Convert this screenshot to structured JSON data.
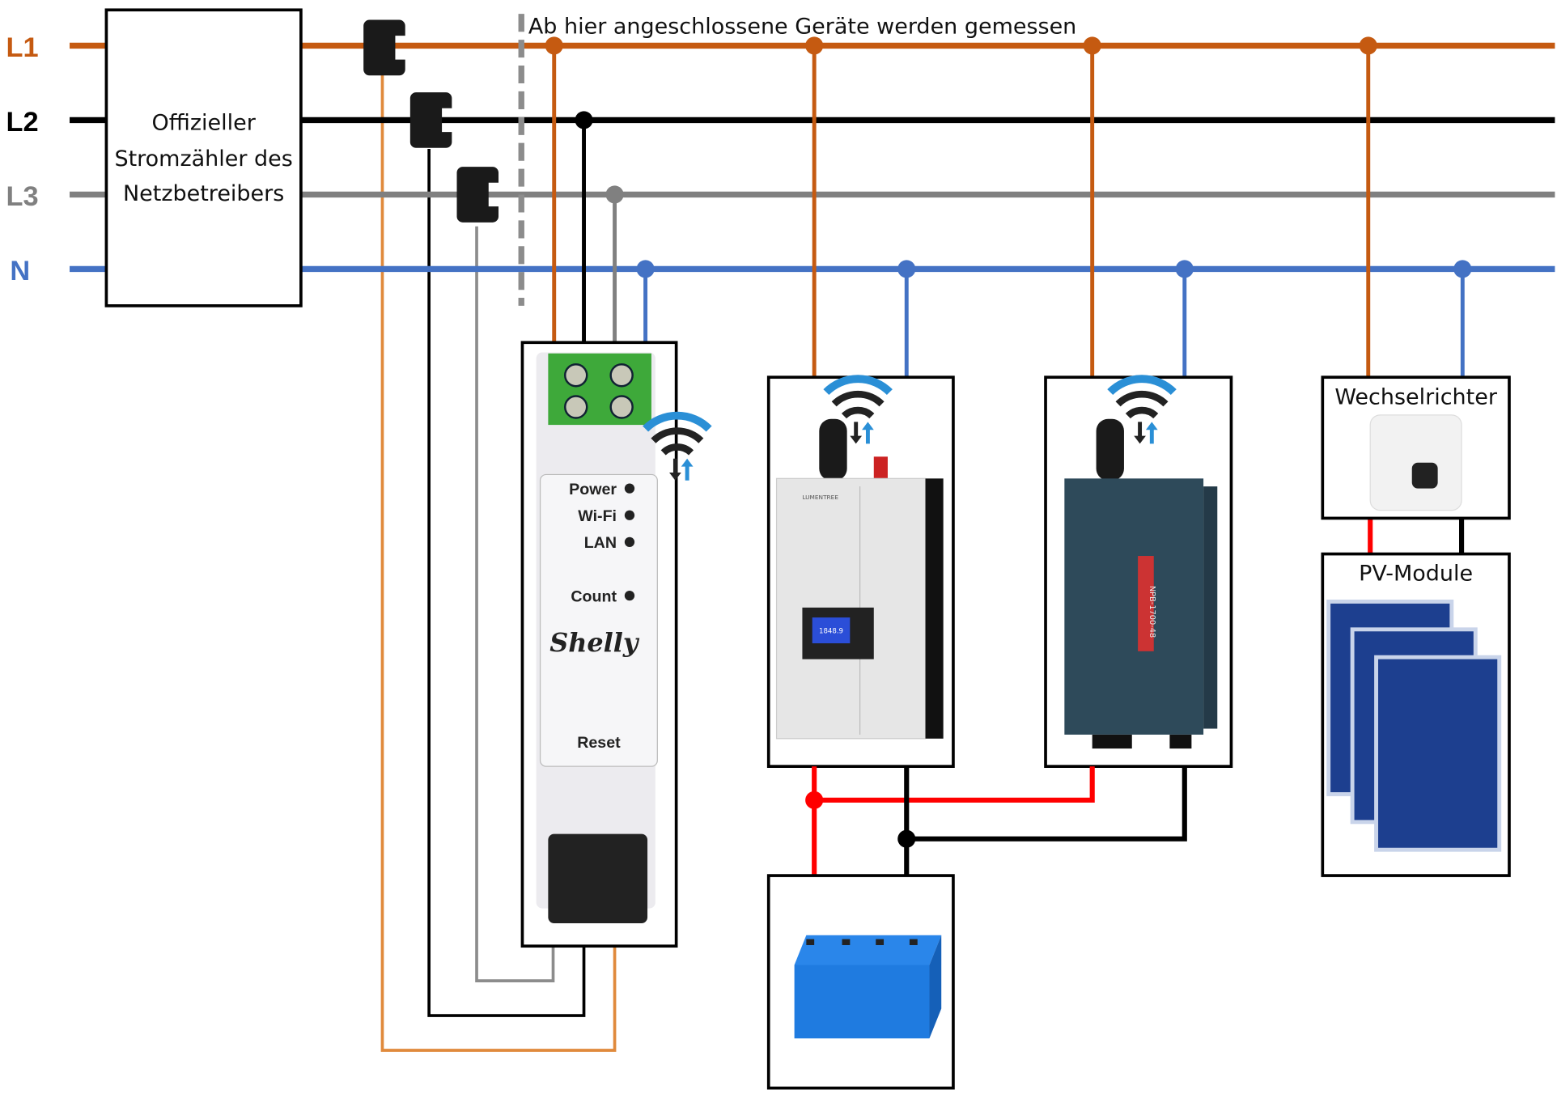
{
  "lines": [
    {
      "label": "L1",
      "color": "#c55a11"
    },
    {
      "label": "L2",
      "color": "#000000"
    },
    {
      "label": "L3",
      "color": "#808080"
    },
    {
      "label": "N",
      "color": "#4472c4"
    }
  ],
  "meter": {
    "line1": "Offizieller",
    "line2": "Stromzähler des",
    "line3": "Netzbetreibers"
  },
  "measured_note": "Ab hier angeschlossene Geräte werden gemessen",
  "shelly": {
    "power": "Power",
    "wifi": "Wi-Fi",
    "lan": "LAN",
    "count": "Count",
    "brand": "Shelly",
    "reset": "Reset"
  },
  "device1": {
    "brand": "LUMENTREE",
    "display": "1848.9"
  },
  "device2": {
    "model": "NPB-1700-48"
  },
  "inverter": {
    "title": "Wechselrichter"
  },
  "pv": {
    "title": "PV-Module"
  },
  "colors": {
    "dc_positive": "#ff0000",
    "dc_negative": "#000000",
    "wifi": "#1e88d2"
  }
}
